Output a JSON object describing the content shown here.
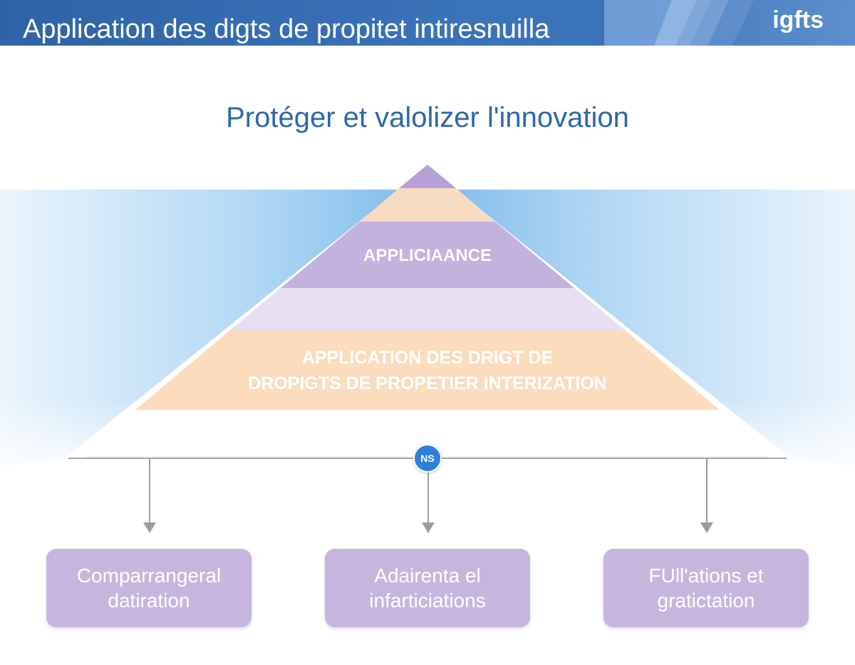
{
  "header": {
    "title": "Application des digts de propitet intiresnuilla",
    "logo": "igfts"
  },
  "subtitle": "Protéger et valolizer l'innovation",
  "pyramid": {
    "top_label": "APPLICIAANCE",
    "base_label_line1": "APPLICATION DES DRIGT DE",
    "base_label_line2": "DROPIGTS DE PROPETIER INTERIZATION",
    "colors": {
      "peak": "#b7a0d8",
      "peach": "#f8dcc2",
      "lavender": "#c3b1de",
      "light_lavender": "#e6def1",
      "base_peach": "#fbdcbd"
    }
  },
  "connector": {
    "badge": "NS"
  },
  "boxes": [
    {
      "line1": "Comparrangeral",
      "line2": "datiration"
    },
    {
      "line1": "Adairenta el",
      "line2": "infarticiations"
    },
    {
      "line1": "FUll'ations et",
      "line2": "gratictation"
    }
  ],
  "colors": {
    "header": "#3b73b8",
    "subtitle": "#2f67a8",
    "box": "#c6b6dd",
    "badge": "#2f80d8",
    "glow": "#8cc4ee"
  }
}
